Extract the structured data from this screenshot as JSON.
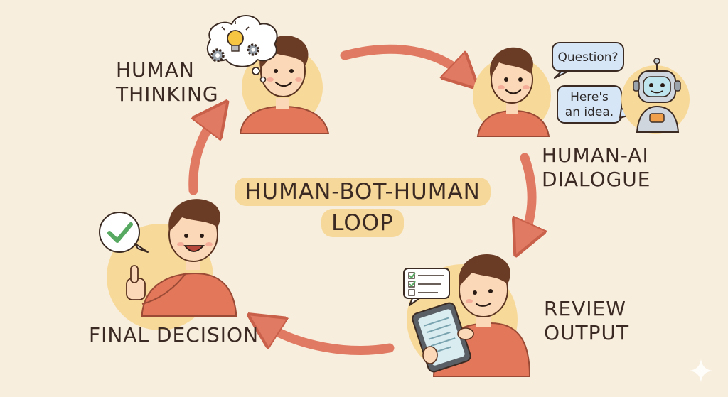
{
  "title": {
    "line1": "HUMAN-BOT-HUMAN",
    "line2": "LOOP"
  },
  "stages": {
    "thinking": {
      "line1": "HUMAN",
      "line2": "THINKING"
    },
    "dialogue": {
      "line1": "HUMAN-AI",
      "line2": "DIALOGUE"
    },
    "review": {
      "line1": "REVIEW",
      "line2": "OUTPUT"
    },
    "decision": {
      "line1": "FINAL DECISION"
    }
  },
  "bubbles": {
    "question": "Question?",
    "idea_line1": "Here's",
    "idea_line2": "an idea."
  },
  "colors": {
    "background": "#f8eedd",
    "arrow": "#e07a63",
    "shirt": "#e2775a",
    "skin": "#fbd9b8",
    "hair": "#6a3b25",
    "circle": "#f7d99a",
    "bubble_blue": "#d6e6f7",
    "check_green": "#57a860"
  },
  "icons": [
    "lightbulb-icon",
    "gear-icon",
    "checkmark-icon",
    "checklist-icon",
    "robot-icon",
    "tablet-icon",
    "sparkle-icon"
  ]
}
